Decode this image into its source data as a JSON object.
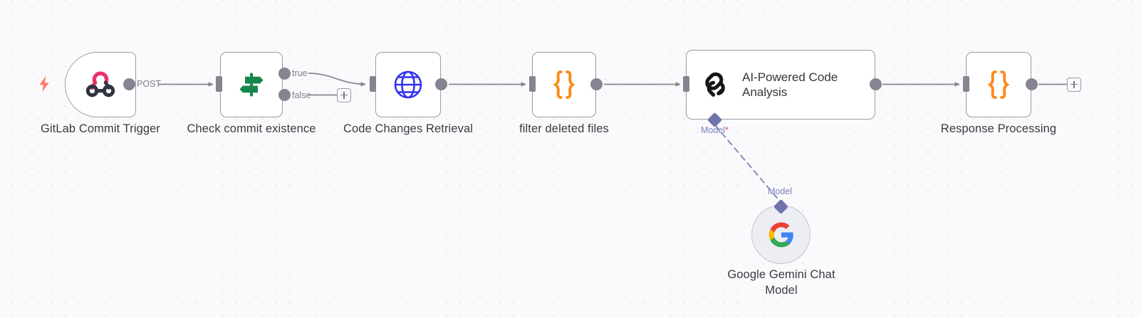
{
  "canvas": {
    "background_color": "#fafafc",
    "grid_dot_color": "#d9d9e3"
  },
  "palette": {
    "node_border": "#9a9aa3",
    "node_fill": "#ffffff",
    "port": "#848590",
    "wire": "#848590",
    "label_text": "#3a3a40",
    "edge_label_text": "#7d7d88",
    "ai_connector": "#6f74ac",
    "ai_connector_label": "#7b80b8",
    "required_asterisk": "#e8484d",
    "trigger_bolt": "#ff7f6b",
    "webhook_pink": "#e8336d",
    "webhook_dark": "#2f3440",
    "if_green": "#16874c",
    "http_blue": "#3232ee",
    "code_orange": "#fb8c1b",
    "chain_black": "#161616"
  },
  "nodes": [
    {
      "id": "gitlab-commit-trigger",
      "label": "GitLab Commit Trigger",
      "icon": "webhook-icon",
      "kind": "trigger",
      "has_bolt": true,
      "output_label": "POST"
    },
    {
      "id": "check-commit-existence",
      "label": "Check commit existence",
      "icon": "signpost-icon",
      "kind": "if",
      "outputs": [
        "true",
        "false"
      ]
    },
    {
      "id": "code-changes-retrieval",
      "label": "Code Changes Retrieval",
      "icon": "globe-icon",
      "kind": "http"
    },
    {
      "id": "filter-deleted-files",
      "label": "filter deleted files",
      "icon": "curly-braces-icon",
      "kind": "code"
    },
    {
      "id": "ai-powered-code-analysis",
      "label": "AI-Powered Code Analysis",
      "icon": "chain-link-icon",
      "kind": "chain",
      "sub_connector": {
        "label": "Model",
        "required": true,
        "required_marker": "*"
      }
    },
    {
      "id": "google-gemini-chat-model",
      "label": "Google Gemini Chat\nModel",
      "icon": "google-g-icon",
      "kind": "sub-node",
      "connector_label": "Model"
    },
    {
      "id": "response-processing",
      "label": "Response Processing",
      "icon": "curly-braces-icon",
      "kind": "code"
    }
  ],
  "edge_labels": {
    "post": "POST",
    "true": "true",
    "false": "false",
    "model_required": "Model",
    "model_required_star": "*",
    "model_sub": "Model"
  },
  "buttons": {
    "add_after_false": "+",
    "add_after_response": "+"
  }
}
